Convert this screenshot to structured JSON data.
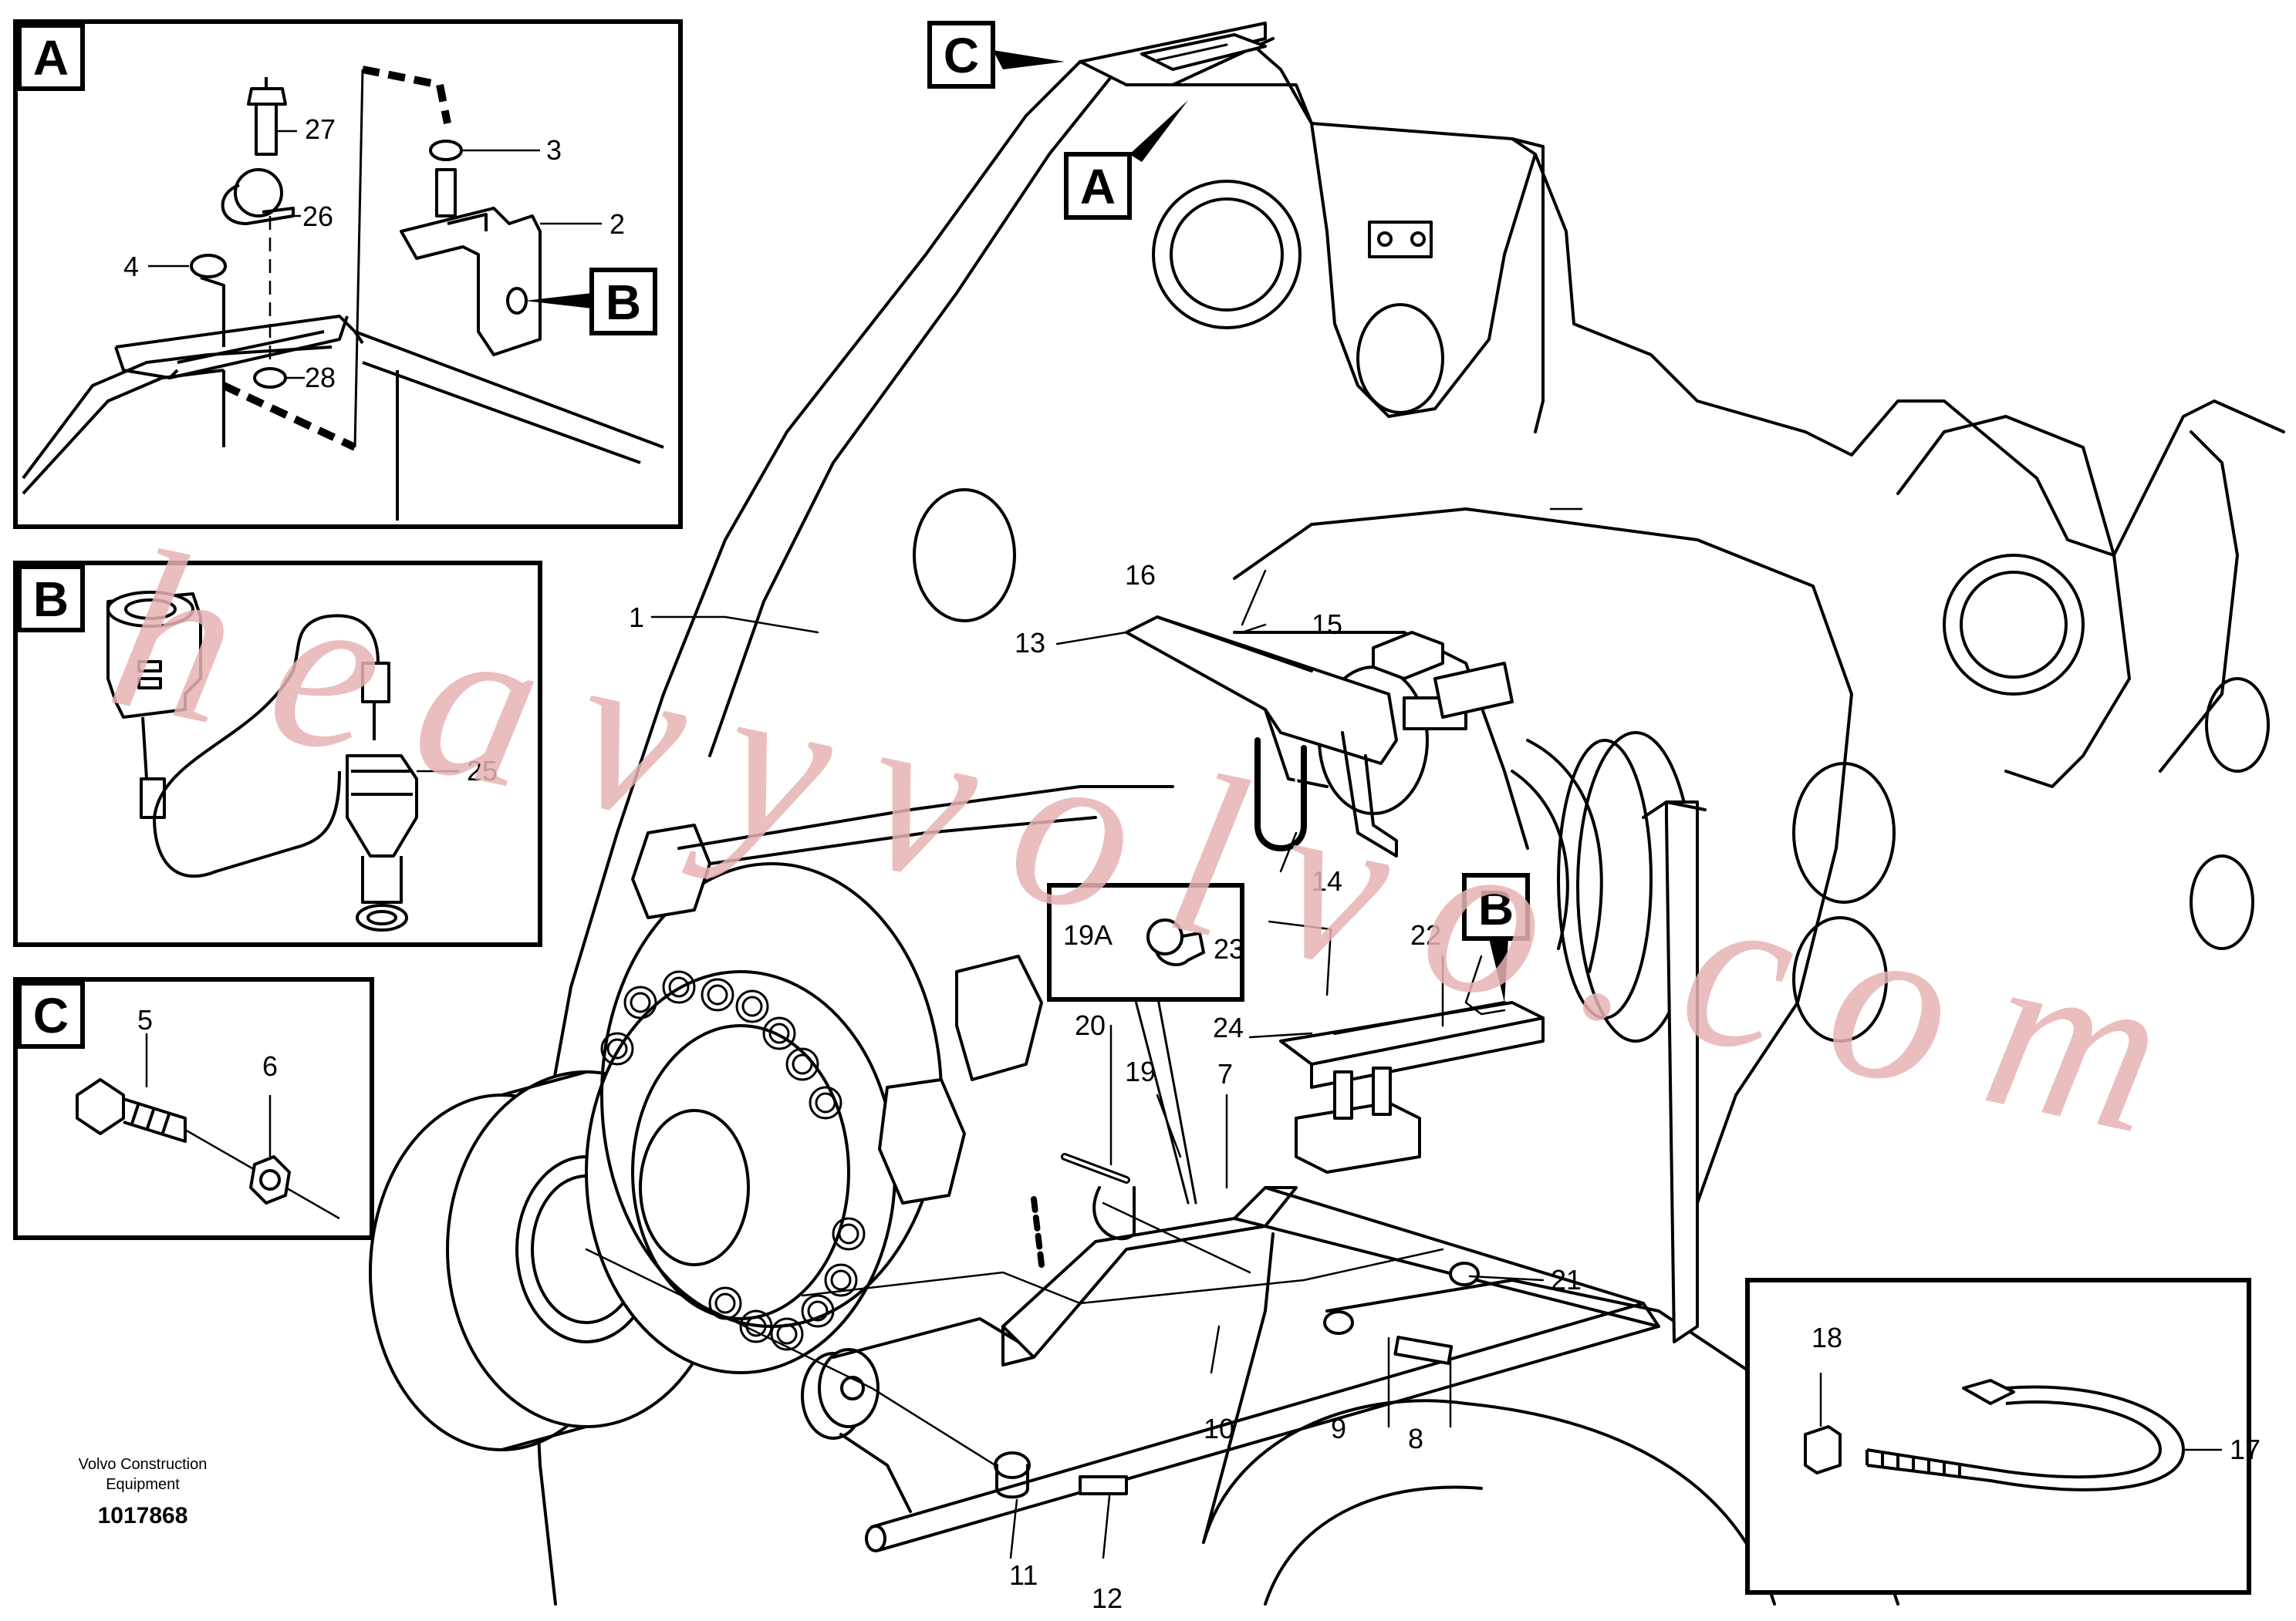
{
  "watermark": "heavyvolvo.com",
  "caption": {
    "line1": "Volvo Construction",
    "line2": "Equipment",
    "part_number": "1017868"
  },
  "detail_views": {
    "a": "A",
    "b": "B",
    "c": "C"
  },
  "callouts": {
    "c1": "1",
    "c2": "2",
    "c3": "3",
    "c4": "4",
    "c5": "5",
    "c6": "6",
    "c7": "7",
    "c8": "8",
    "c9": "9",
    "c10": "10",
    "c11": "11",
    "c12": "12",
    "c13": "13",
    "c14": "14",
    "c15": "15",
    "c16": "16",
    "c17": "17",
    "c18": "18",
    "c19": "19",
    "c19a": "19A",
    "c20": "20",
    "c21": "21",
    "c22": "22",
    "c23": "23",
    "c24": "24",
    "c25": "25",
    "c26": "26",
    "c27": "27",
    "c28": "28"
  }
}
